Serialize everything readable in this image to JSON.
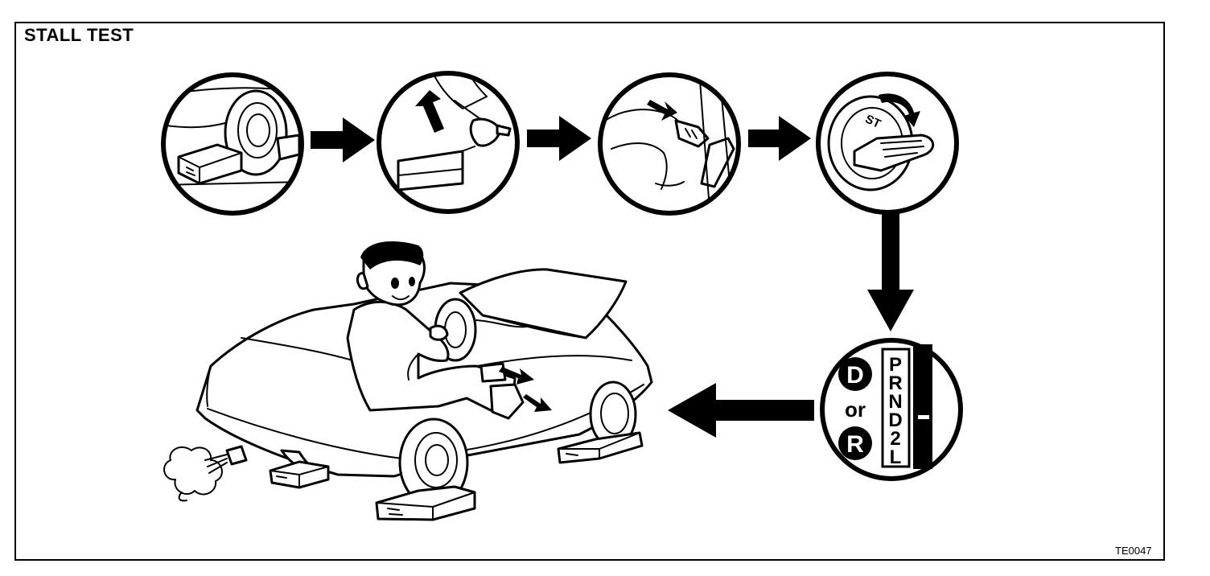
{
  "diagram": {
    "title": "STALL TEST",
    "reference_code": "TE0047",
    "shift_options": {
      "first": "D",
      "joiner": "or",
      "second": "R"
    },
    "gear_positions": [
      "P",
      "R",
      "N",
      "D",
      "2",
      "L"
    ],
    "ignition_label": "ST",
    "steps": [
      "wheel-chocks",
      "parking-brake",
      "brake-pedal",
      "ignition-start",
      "shift-to-d-or-r",
      "full-throttle-test"
    ],
    "colors": {
      "ink": "#000000",
      "paper": "#ffffff"
    }
  }
}
